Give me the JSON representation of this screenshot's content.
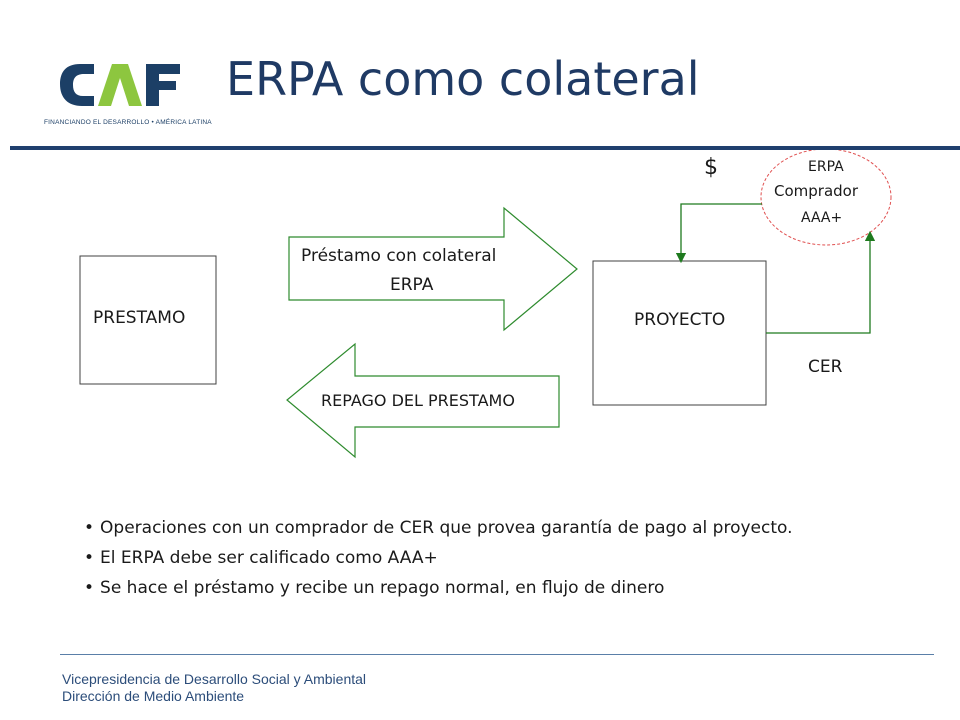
{
  "header": {
    "logo_text": "CAF",
    "logo_tagline": "FINANCIANDO EL DESARROLLO • AMÉRICA LATINA",
    "title": "ERPA como colateral"
  },
  "diagram": {
    "prestamo_box": "PRESTAMO",
    "proyecto_box": "PROYECTO",
    "arrow_loan_line1": "Préstamo con colateral",
    "arrow_loan_line2": "ERPA",
    "arrow_repay": "REPAGO DEL PRESTAMO",
    "buyer_line1": "ERPA",
    "buyer_line2": "Comprador",
    "buyer_line3": "AAA+",
    "money_label": "$",
    "cer_label": "CER"
  },
  "bullets": [
    "Operaciones con un comprador de CER que provea garantía de pago al proyecto.",
    "El ERPA debe ser calificado como AAA+",
    "Se hace el préstamo y recibe un repago normal, en flujo de dinero"
  ],
  "footer": {
    "line1": "Vicepresidencia de Desarrollo Social y Ambiental",
    "line2": "Dirección de Medio Ambiente"
  },
  "colors": {
    "title": "#1f3a64",
    "rule": "#1f3f6e",
    "logo_dark": "#1c3f66",
    "logo_green": "#8dc63f",
    "arrow_stroke": "#2e8b2e",
    "buyer_ellipse": "#e05050"
  }
}
